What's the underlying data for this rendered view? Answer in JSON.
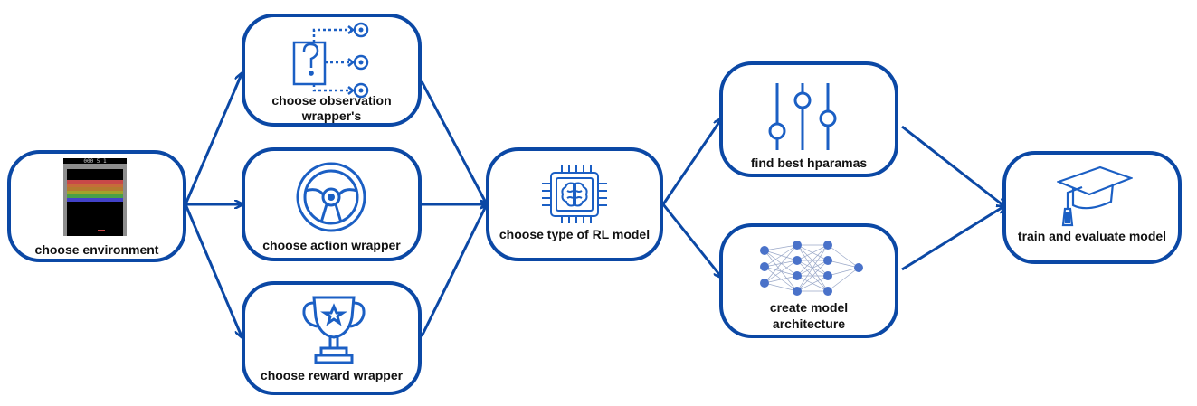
{
  "colors": {
    "border": "#0b48a5",
    "arrow": "#0b48a5",
    "icon": "#1b5fc4",
    "nn_node": "#4a72c9"
  },
  "nodes": {
    "environment": {
      "label": "choose environment",
      "icon": "atari-breakout-screenshot"
    },
    "observation": {
      "label_line1": "choose observation",
      "label_line2": "wrapper's",
      "icon": "question-box-targets-icon"
    },
    "action": {
      "label": "choose action wrapper",
      "icon": "steering-wheel-icon"
    },
    "reward": {
      "label": "choose reward wrapper",
      "icon": "trophy-icon"
    },
    "rl_model": {
      "label": "choose type of RL model",
      "icon": "brain-chip-icon"
    },
    "hparams": {
      "label": "find best hparamas",
      "icon": "sliders-icon"
    },
    "architecture": {
      "label_line1": "create model",
      "label_line2": "architecture",
      "icon": "neural-network-icon"
    },
    "train": {
      "label": "train and evaluate model",
      "icon": "graduation-cap-icon"
    }
  },
  "game_screen": {
    "score_text": "000 5 1"
  }
}
